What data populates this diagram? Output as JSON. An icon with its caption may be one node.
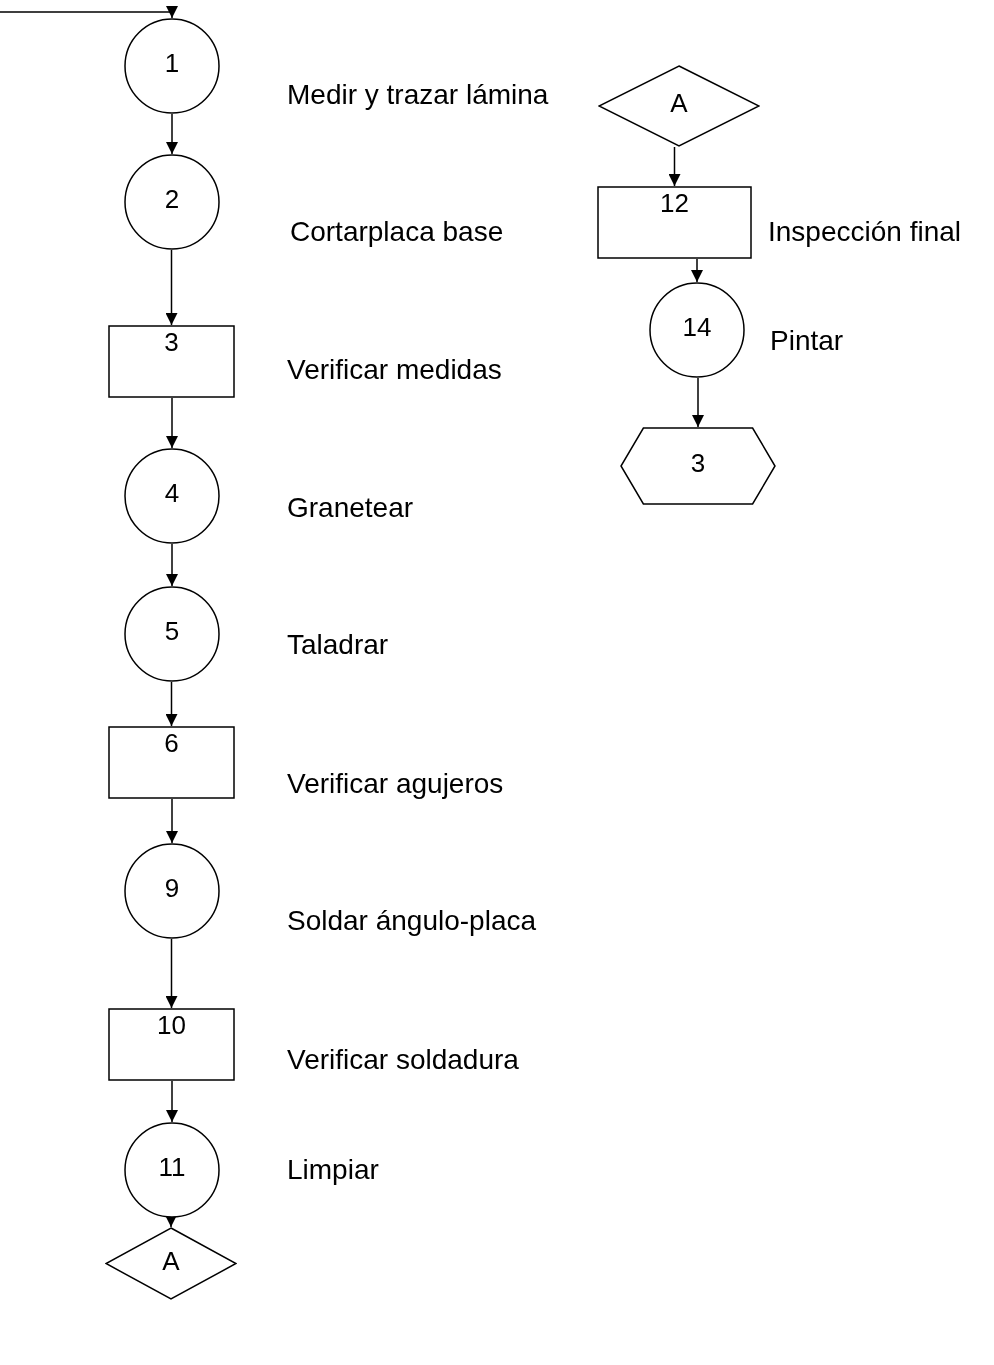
{
  "diagram": {
    "nodes": [
      {
        "text": [
          "1"
        ],
        "beside": [
          "Medir y trazar lámina"
        ]
      },
      {
        "text": [
          "2"
        ],
        "beside": [
          "Cortarplaca base"
        ]
      },
      {
        "text": [
          "3"
        ],
        "beside": [
          "Verificar medidas"
        ]
      },
      {
        "text": [
          "4"
        ],
        "beside": [
          "Granetear"
        ]
      },
      {
        "text": [
          "5"
        ],
        "beside": [
          "Taladrar"
        ]
      },
      {
        "text": [
          "6"
        ],
        "beside": [
          "Verificar agujeros"
        ]
      },
      {
        "text": [
          "9"
        ],
        "beside": [
          "Soldar ángulo-placa"
        ]
      },
      {
        "text": [
          "10"
        ],
        "beside": [
          "Verificar soldadura"
        ]
      },
      {
        "text": [
          "11"
        ],
        "beside": [
          "Limpiar"
        ]
      },
      {
        "text": [
          "A"
        ]
      },
      {
        "text": [
          "A"
        ]
      },
      {
        "text": [
          "12"
        ],
        "beside": [
          "Inspección final"
        ]
      },
      {
        "text": [
          "14"
        ],
        "beside": [
          "Pintar"
        ]
      },
      {
        "text": [
          "3"
        ]
      }
    ],
    "edges": [
      {
        "from": null,
        "to": 0,
        "arrow": "to"
      },
      {
        "from": 0,
        "to": 1,
        "arrow": "to"
      },
      {
        "from": 1,
        "to": 2,
        "arrow": "to"
      },
      {
        "from": 2,
        "to": 3,
        "arrow": "to"
      },
      {
        "from": 3,
        "to": 4,
        "arrow": "to"
      },
      {
        "from": 4,
        "to": 5,
        "arrow": "to"
      },
      {
        "from": 5,
        "to": 6,
        "arrow": "to"
      },
      {
        "from": 6,
        "to": 7,
        "arrow": "to"
      },
      {
        "from": 7,
        "to": 8,
        "arrow": "to"
      },
      {
        "from": 8,
        "to": 9,
        "arrow": "to"
      },
      {
        "from": 10,
        "to": 11,
        "arrow": "to"
      },
      {
        "from": 11,
        "to": 12,
        "arrow": "to"
      },
      {
        "from": 12,
        "to": 13,
        "arrow": "to"
      }
    ]
  }
}
